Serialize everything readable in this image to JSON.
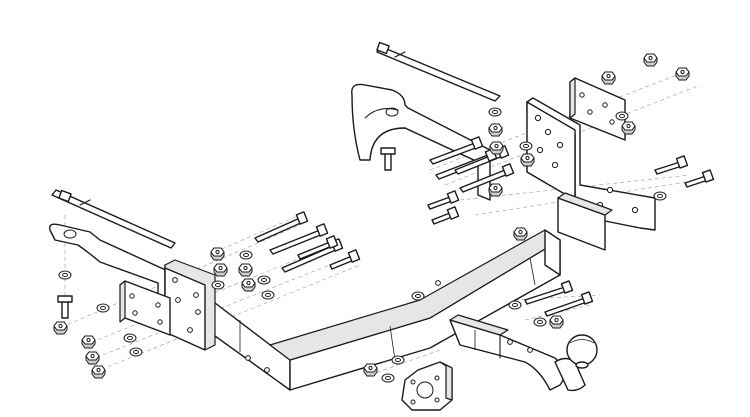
{
  "diagram": {
    "subject": "tow-bar-assembly-exploded-view",
    "line_color": "#1a1a1a",
    "background": "#ffffff",
    "components": [
      {
        "id": "crossbar",
        "icon": "crossbar-beam-icon"
      },
      {
        "id": "left-side-bracket",
        "icon": "side-bracket-icon"
      },
      {
        "id": "right-side-bracket",
        "icon": "side-bracket-icon"
      },
      {
        "id": "left-chassis-arm",
        "icon": "chassis-arm-icon"
      },
      {
        "id": "right-chassis-arm",
        "icon": "chassis-arm-icon"
      },
      {
        "id": "tow-ball-neck",
        "icon": "tow-ball-icon"
      },
      {
        "id": "socket-plate",
        "icon": "electrical-socket-plate-icon"
      },
      {
        "id": "spacer-plates",
        "icon": "spacer-plate-icon"
      },
      {
        "id": "bolts",
        "icon": "bolt-icon"
      },
      {
        "id": "nuts",
        "icon": "hex-nut-icon"
      },
      {
        "id": "washers",
        "icon": "washer-icon"
      }
    ]
  }
}
